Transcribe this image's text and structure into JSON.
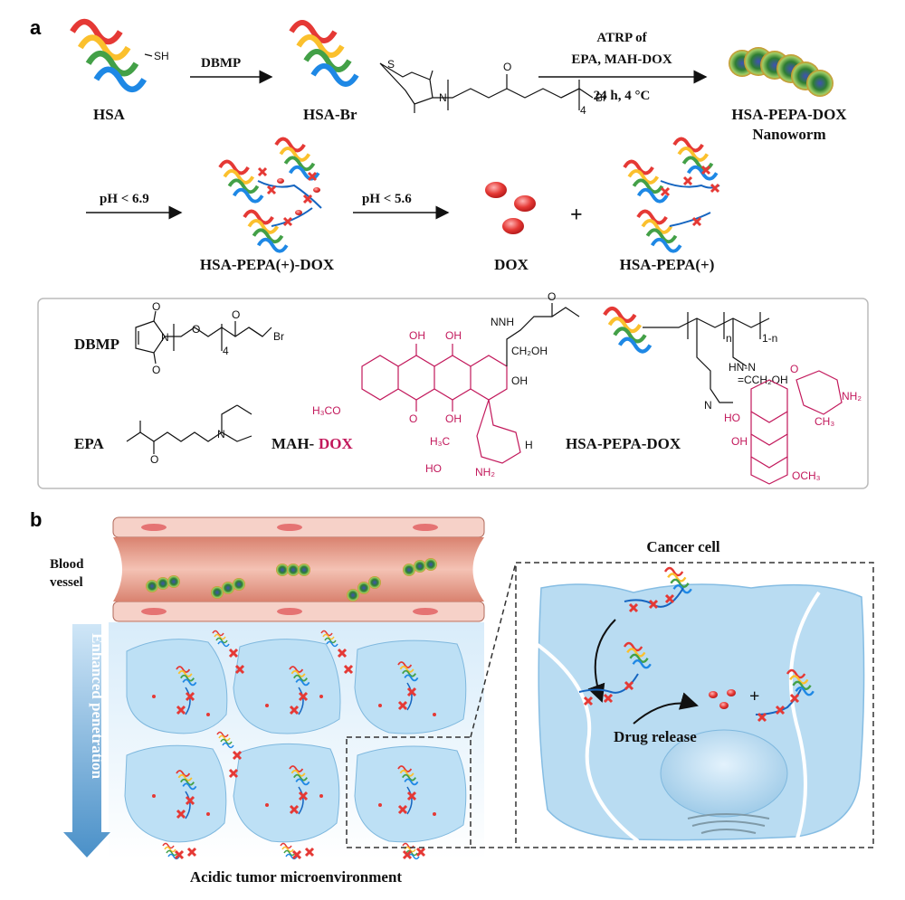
{
  "panel_a": {
    "label": "a",
    "row1": {
      "hsa_label": "HSA",
      "sh_label": "SH",
      "arrow1_label": "DBMP",
      "hsabr_label": "HSA-Br",
      "s_label": "S",
      "n_label": "N",
      "o_label": "O",
      "sub4": "4",
      "br_label": "Br",
      "arrow2_line1": "ATRP of",
      "arrow2_line2": "EPA, MAH-DOX",
      "arrow2_line3": "24 h, 4 °C",
      "product_line1": "HSA-PEPA-DOX",
      "product_line2": "Nanoworm"
    },
    "row2": {
      "arrow1_label": "pH < 6.9",
      "intermediate_label": "HSA-PEPA(+)-DOX",
      "arrow2_label": "pH < 5.6",
      "dox_label": "DOX",
      "plus": "+",
      "product_label": "HSA-PEPA(+)"
    },
    "box": {
      "dbmp_label": "DBMP",
      "epa_label": "EPA",
      "mah_prefix": "MAH-",
      "mah_dox": "DOX",
      "hsapepadox_label": "HSA-PEPA-DOX",
      "oh": "OH",
      "ch2oh": "CH₂OH",
      "nnh": "NNH",
      "h3co": "H₃CO",
      "ch3": "H₃C",
      "ho": "HO",
      "nh2": "NH₂",
      "h": "H",
      "n_sub": "n",
      "one_minus_n": "1-n",
      "och3": "OCH₃",
      "ch3b": "CH₃",
      "hnn": "HN-N",
      "cch2oh": "=CCH₂OH"
    }
  },
  "panel_b": {
    "label": "b",
    "vessel_line1": "Blood",
    "vessel_line2": "vessel",
    "penetration": "Enhanced penetration",
    "microenv": "Acidic tumor microenvironment",
    "cancer_cell": "Cancer cell",
    "drug_release": "Drug release",
    "plus": "+"
  },
  "colors": {
    "dox_red": "#c2185b",
    "vessel": "#e8a493",
    "cell_blue": "#b9dcf2",
    "arrow_blue": "#4a90c8"
  }
}
